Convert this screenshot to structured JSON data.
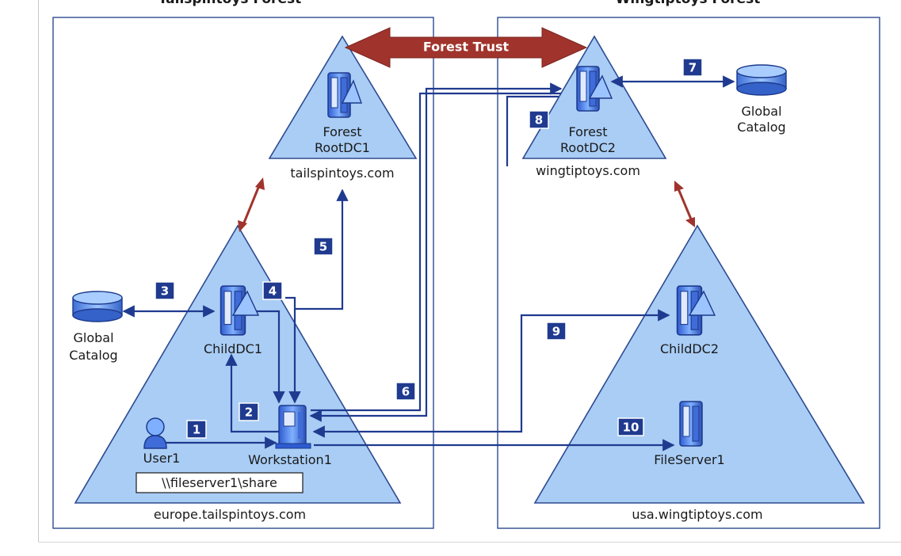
{
  "forests": {
    "left_title": "Tailspintoys Forest",
    "right_title": "Wingtiptoys Forest"
  },
  "trust": {
    "label": "Forest Trust"
  },
  "domains": {
    "tailspin_root": "tailspintoys.com",
    "wingtip_root": "wingtiptoys.com",
    "europe": "europe.tailspintoys.com",
    "usa": "usa.wingtiptoys.com"
  },
  "servers": {
    "forest_root_dc1": [
      "Forest",
      "RootDC1"
    ],
    "forest_root_dc2": [
      "Forest",
      "RootDC2"
    ],
    "child_dc1": "ChildDC1",
    "child_dc2": "ChildDC2",
    "file_server1": "FileServer1",
    "workstation1": "Workstation1",
    "user1": "User1"
  },
  "catalogs": {
    "left": [
      "Global",
      "Catalog"
    ],
    "right": [
      "Global",
      "Catalog"
    ]
  },
  "share_path": "\\\\fileserver1\\share",
  "steps": [
    "1",
    "2",
    "3",
    "4",
    "5",
    "6",
    "7",
    "8",
    "9",
    "10"
  ],
  "colors": {
    "triangle_fill": "#a9cdf5",
    "flow_line": "#1f3a8f",
    "badge": "#1f3a8f",
    "trust_arrow": "#a0342c"
  }
}
